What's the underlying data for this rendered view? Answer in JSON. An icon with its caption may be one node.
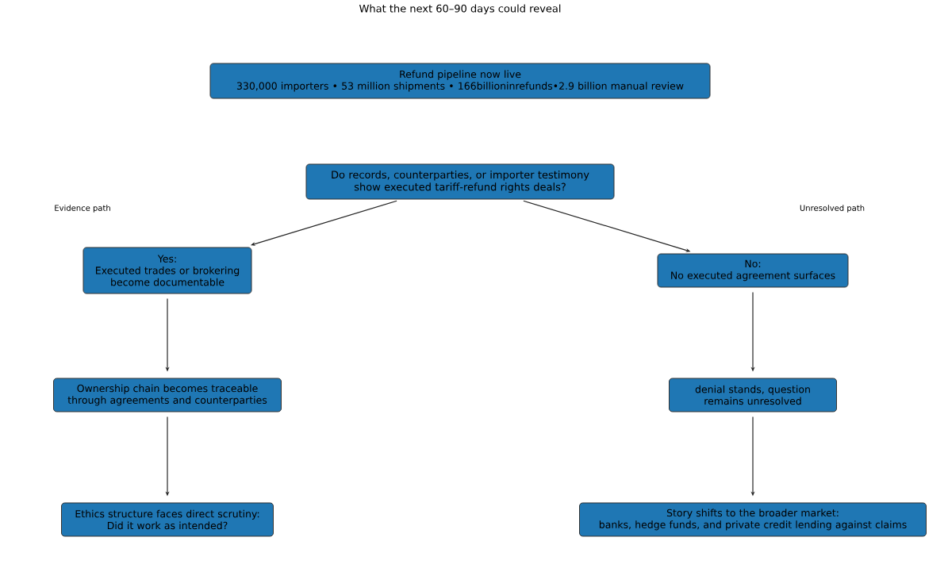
{
  "diagram": {
    "title": "What the next 60–90 days could reveal",
    "nodes": [
      {
        "text": [
          "Refund pipeline now live",
          "330,000 importers • 53 million shipments • 166billioninrefunds•2.9 billion manual review"
        ]
      },
      {
        "text": [
          "Do records, counterparties, or importer testimony show executed tariff-refund rights deals?"
        ]
      },
      {
        "text": [
          "Yes:",
          "Executed trades or brokering become documentable"
        ]
      },
      {
        "text": [
          "No:",
          "No executed agreement surfaces"
        ]
      },
      {
        "text": [
          "Ownership chain becomes traceable through agreements and counterparties"
        ]
      },
      {
        "text": [
          "denial stands, question remains unresolved"
        ]
      },
      {
        "text": [
          "Ethics structure faces direct scrutiny:",
          "Did it work as intended?"
        ]
      },
      {
        "text": [
          "Story shifts to the broader market:",
          "banks, hedge funds, and private credit lending against claims"
        ]
      }
    ],
    "edges": [
      {
        "from": 1,
        "to": 2,
        "arrow": "to"
      },
      {
        "from": 1,
        "to": 3,
        "arrow": "to"
      },
      {
        "from": 2,
        "to": 4,
        "arrow": "to"
      },
      {
        "from": 4,
        "to": 6,
        "arrow": "to"
      },
      {
        "from": 3,
        "to": 5,
        "arrow": "to"
      },
      {
        "from": 5,
        "to": 7,
        "arrow": "to"
      }
    ],
    "labels": [
      "Evidence path",
      "Unresolved path"
    ]
  }
}
